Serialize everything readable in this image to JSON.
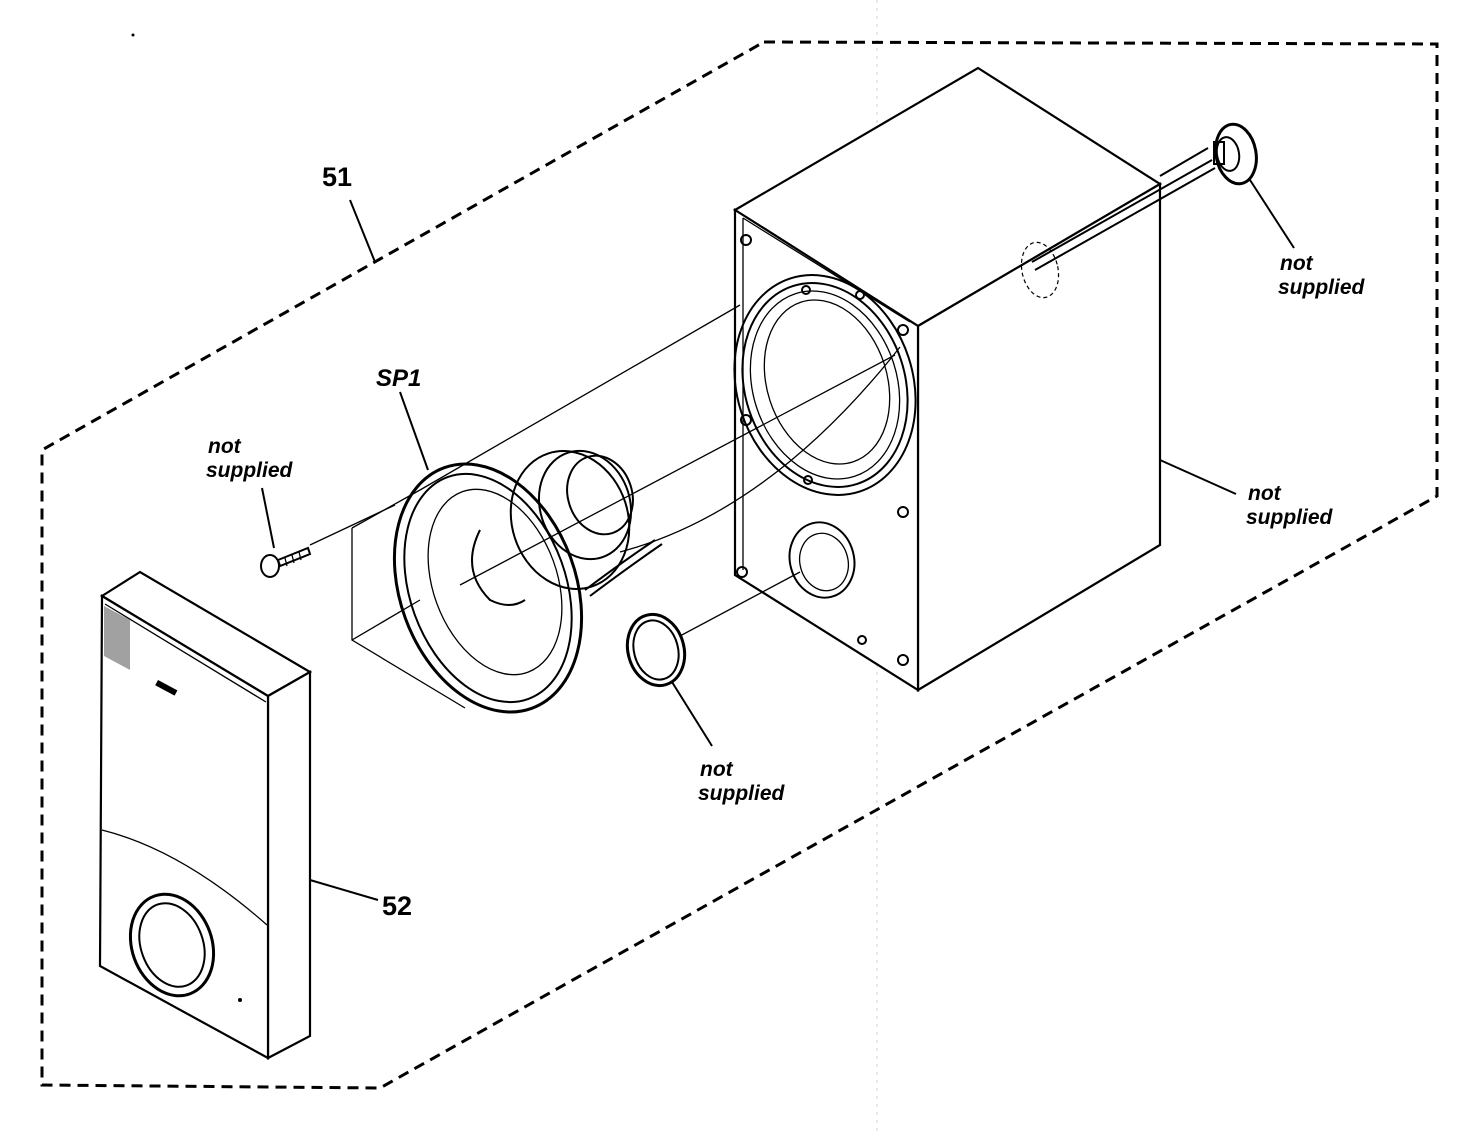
{
  "labels": {
    "assembly": "51",
    "grille": "52",
    "speaker_unit": "SP1",
    "screw_line1": "not",
    "screw_line2": "supplied",
    "ring_line1": "not",
    "ring_line2": "supplied",
    "cabinet_line1": "not",
    "cabinet_line2": "supplied",
    "terminal_line1": "not",
    "terminal_line2": "supplied"
  }
}
